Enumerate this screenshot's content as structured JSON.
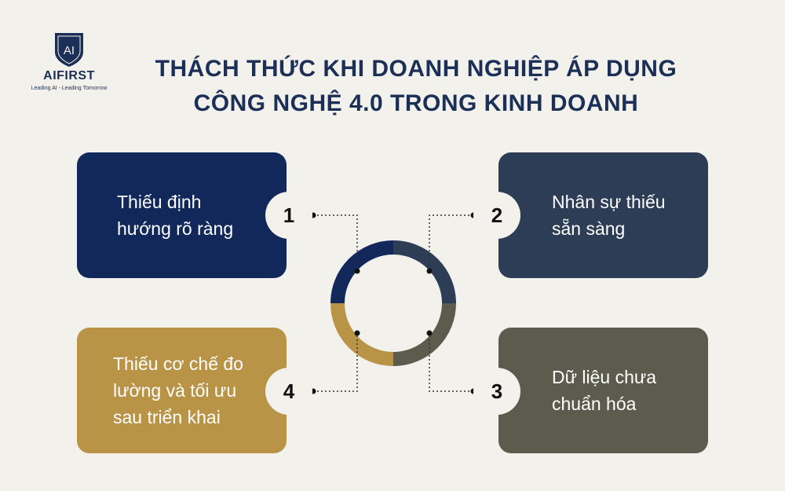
{
  "logo": {
    "mark": "AI",
    "brand": "AIFIRST",
    "tagline": "Leading AI - Leading Tomorrow"
  },
  "title": {
    "line1": "THÁCH THỨC KHI DOANH NGHIỆP ÁP DỤNG",
    "line2": "CÔNG NGHỆ 4.0 TRONG KINH DOANH"
  },
  "items": [
    {
      "number": "1",
      "line1": "Thiếu định",
      "line2": "hướng rõ ràng",
      "color": "#13285a"
    },
    {
      "number": "2",
      "line1": "Nhân sự thiếu",
      "line2": "sẵn sàng",
      "color": "#2d3d55"
    },
    {
      "number": "3",
      "line1": "Dữ liệu chưa",
      "line2": "chuẩn hóa",
      "color": "#5b5c4d"
    },
    {
      "number": "4",
      "line1": "Thiếu cơ chế đo",
      "line2": "lường và tối ưu",
      "line3": "sau triển khai",
      "color": "#b99346"
    }
  ]
}
